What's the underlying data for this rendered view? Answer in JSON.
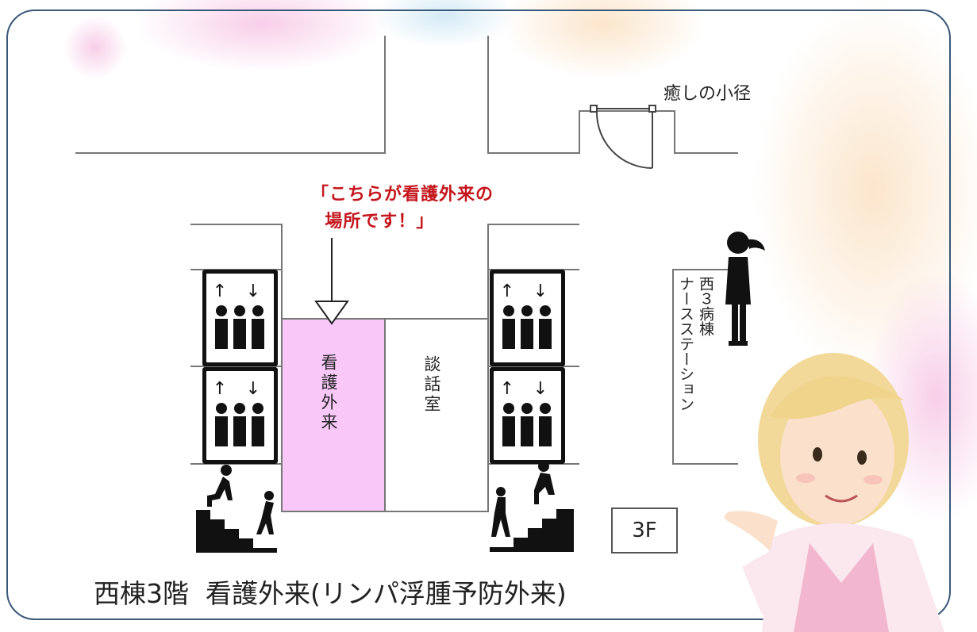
{
  "map": {
    "callout": "「こちらが看護外来の\n  場所です！」",
    "garden_path": "癒しの小径",
    "nursing_clinic": "看護外来",
    "lounge": "談話室",
    "station_line1": "西３病棟",
    "station_line2": "ナースステーション",
    "floor": "3F",
    "caption": "西棟3階  看護外来(リンパ浮腫予防外来)"
  },
  "colors": {
    "frame": "#3a5878",
    "highlight": "#f9c8f9",
    "callout": "#c4161c"
  }
}
